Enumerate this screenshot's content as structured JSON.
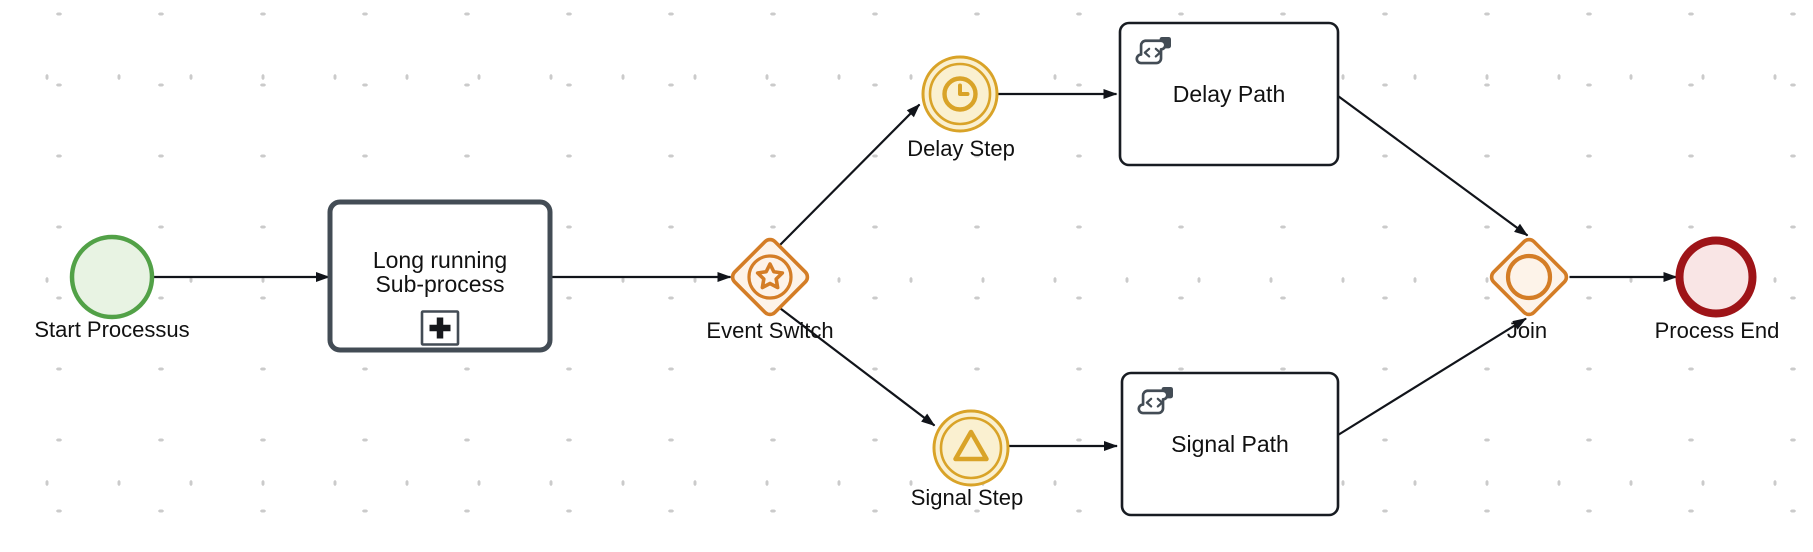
{
  "colors": {
    "background": "#ffffff",
    "grid_dot": "#cbcbcb",
    "label_color": "#111111",
    "flow_color": "#11141a",
    "start_stroke": "#52a147",
    "start_fill": "#e8f3e3",
    "gateway_stroke": "#d47d26",
    "gateway_fill": "#fdf3e9",
    "event_stroke": "#d9a328",
    "event_fill": "#faf0d0",
    "end_stroke": "#9e1418",
    "end_fill": "#f9e5e5",
    "subprocess_stroke": "#434c55",
    "task_stroke": "#181c22"
  },
  "diagram": {
    "nodes": {
      "start_event": {
        "label": "Start Processus",
        "type": "start-event"
      },
      "subprocess": {
        "label": "Long running Sub-process",
        "label_line1": "Long running",
        "label_line2": "Sub-process",
        "type": "collapsed-subprocess",
        "marker_icon": "plus-expand-icon"
      },
      "event_gateway": {
        "label": "Event Switch",
        "type": "event-based-gateway",
        "icon": "star-in-circle-icon"
      },
      "delay_event": {
        "label": "Delay Step",
        "type": "intermediate-catch-event",
        "icon": "clock-icon"
      },
      "delay_task": {
        "label": "Delay Path",
        "type": "script-task",
        "icon": "script-scroll-icon"
      },
      "signal_event": {
        "label": "Signal Step",
        "type": "intermediate-catch-event",
        "icon": "signal-triangle-icon"
      },
      "signal_task": {
        "label": "Signal Path",
        "type": "script-task",
        "icon": "script-scroll-icon"
      },
      "join_gateway": {
        "label": "Join",
        "type": "inclusive-gateway",
        "icon": "circle-icon"
      },
      "end_event": {
        "label": "Process End",
        "type": "end-event"
      }
    },
    "flows": [
      {
        "from": "start_event",
        "to": "subprocess"
      },
      {
        "from": "subprocess",
        "to": "event_gateway"
      },
      {
        "from": "event_gateway",
        "to": "delay_event"
      },
      {
        "from": "delay_event",
        "to": "delay_task"
      },
      {
        "from": "delay_task",
        "to": "join_gateway"
      },
      {
        "from": "event_gateway",
        "to": "signal_event"
      },
      {
        "from": "signal_event",
        "to": "signal_task"
      },
      {
        "from": "signal_task",
        "to": "join_gateway"
      },
      {
        "from": "join_gateway",
        "to": "end_event"
      }
    ]
  }
}
